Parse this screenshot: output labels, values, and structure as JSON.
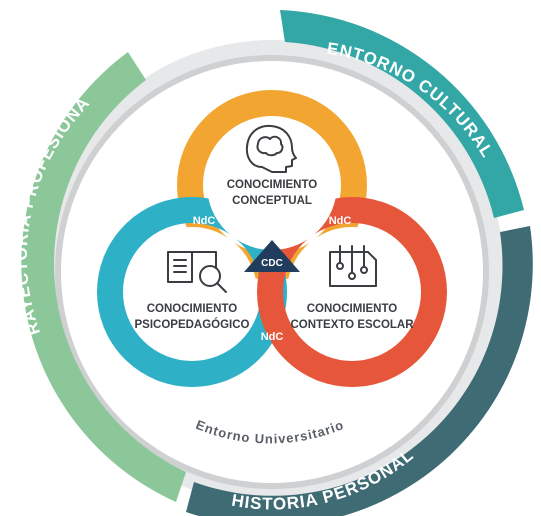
{
  "outer_ring": {
    "entorno_cultural": "ENTORNO CULTURAL",
    "historia_personal": "HISTORIA PERSONAL",
    "trayectoria_profesional": "TRAYECTORIA PROFESIONAL"
  },
  "inner_label": "Entorno Universitario",
  "circles": {
    "conceptual": {
      "line1": "CONOCIMIENTO",
      "line2": "CONCEPTUAL",
      "icon": "head-brain-icon"
    },
    "psicopedagogico": {
      "line1": "CONOCIMIENTO",
      "line2": "PSICOPEDAGÓGICO",
      "icon": "book-magnifier-icon"
    },
    "contexto": {
      "line1": "CONOCIMIENTO",
      "line2": "CONTEXTO ESCOLAR",
      "icon": "circuit-document-icon"
    }
  },
  "ndc_left": "NdC",
  "ndc_right": "NdC",
  "ndc_bottom": "NdC",
  "center": "CDC",
  "colors": {
    "teal": "#33a6a6",
    "dark_teal": "#3f6b74",
    "green": "#8cc79a",
    "orange": "#f2a531",
    "blue": "#2eb0c6",
    "red": "#e6563a",
    "grey_ring": "#c8c9cb"
  }
}
